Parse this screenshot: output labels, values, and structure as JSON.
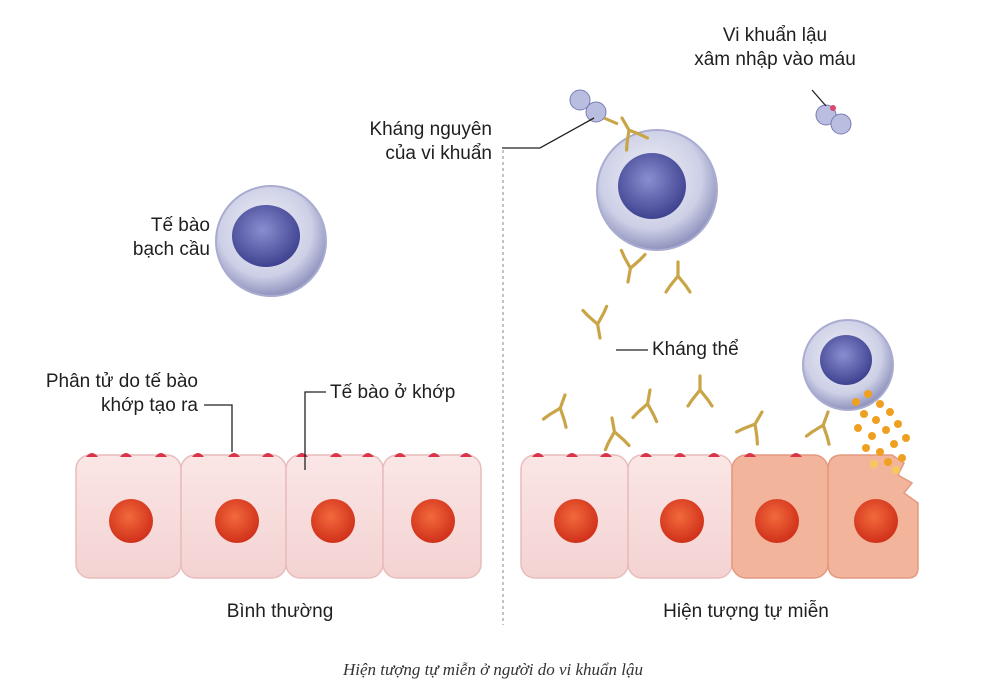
{
  "labels": {
    "bacteria_invade": [
      "Vi khuẩn lậu",
      "xâm nhập vào máu"
    ],
    "bacterial_antigen": [
      "Kháng nguyên",
      "của vi khuẩn"
    ],
    "white_blood_cell": [
      "Tế bào",
      "bạch cầu"
    ],
    "joint_molecule": [
      "Phân tử do tế bào",
      "khớp tạo ra"
    ],
    "joint_cell": "Tế bào ở khớp",
    "antibody": "Kháng thể",
    "normal": "Bình thường",
    "autoimmune": "Hiện tượng tự miễn"
  },
  "caption": "Hiện tượng tự miễn ở người do vi khuẩn lậu",
  "colors": {
    "cell_fill": "#f7dcdc",
    "damaged_cell_fill": "#f2b49b",
    "nucleus": "#e0401f",
    "antibody": "#c9a548",
    "wbc_body": "#cdd0e6",
    "wbc_nucleus": "#5b5fa8",
    "particles": "#f0a020"
  }
}
